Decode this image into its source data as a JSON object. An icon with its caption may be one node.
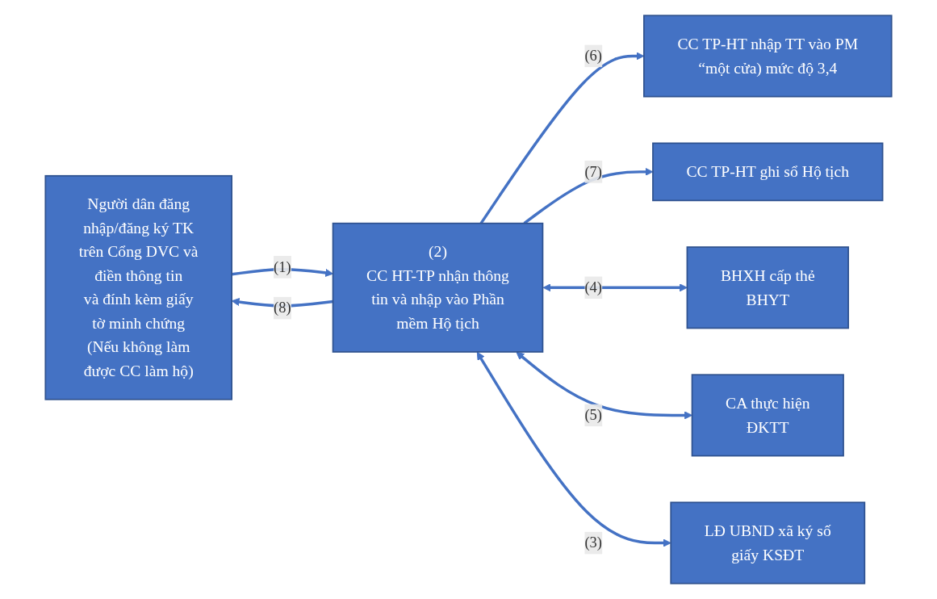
{
  "diagram": {
    "nodes": [
      {
        "text": [
          "Người dân đăng nhập/đăng ký TK trên Cổng DVC và điền thông tin và đính kèm giấy tờ minh chứng (Nếu không làm được CC làm hộ)"
        ]
      },
      {
        "text": [
          "CC TP-HT nhập TT vào PM “một cửa) mức độ 3,4"
        ]
      },
      {
        "text": [
          "(2)",
          "CC HT-TP nhận thông tin và nhập vào Phần mềm Hộ tịch"
        ]
      },
      {
        "text": [
          "CC TP-HT ghi sổ Hộ tịch"
        ]
      },
      {
        "text": [
          "BHXH cấp thẻ BHYT"
        ]
      },
      {
        "text": [
          "CA thực hiện ĐKTT"
        ]
      },
      {
        "text": [
          "LĐ UBND xã ký số giấy KSĐT"
        ]
      }
    ],
    "edges": [
      {
        "from": 0,
        "to": 2,
        "arrow": "to",
        "label": "(1)"
      },
      {
        "from": 2,
        "to": 0,
        "arrow": "to",
        "label": "(8)"
      },
      {
        "from": 2,
        "to": 1,
        "arrow": "to",
        "label": "(6)"
      },
      {
        "from": 2,
        "to": 3,
        "arrow": "to",
        "label": "(7)"
      },
      {
        "from": 2,
        "to": 4,
        "arrow": "both",
        "label": "(4)"
      },
      {
        "from": 2,
        "to": 5,
        "arrow": "both",
        "label": "(5)"
      },
      {
        "from": 2,
        "to": 6,
        "arrow": "both",
        "label": "(3)"
      }
    ]
  }
}
